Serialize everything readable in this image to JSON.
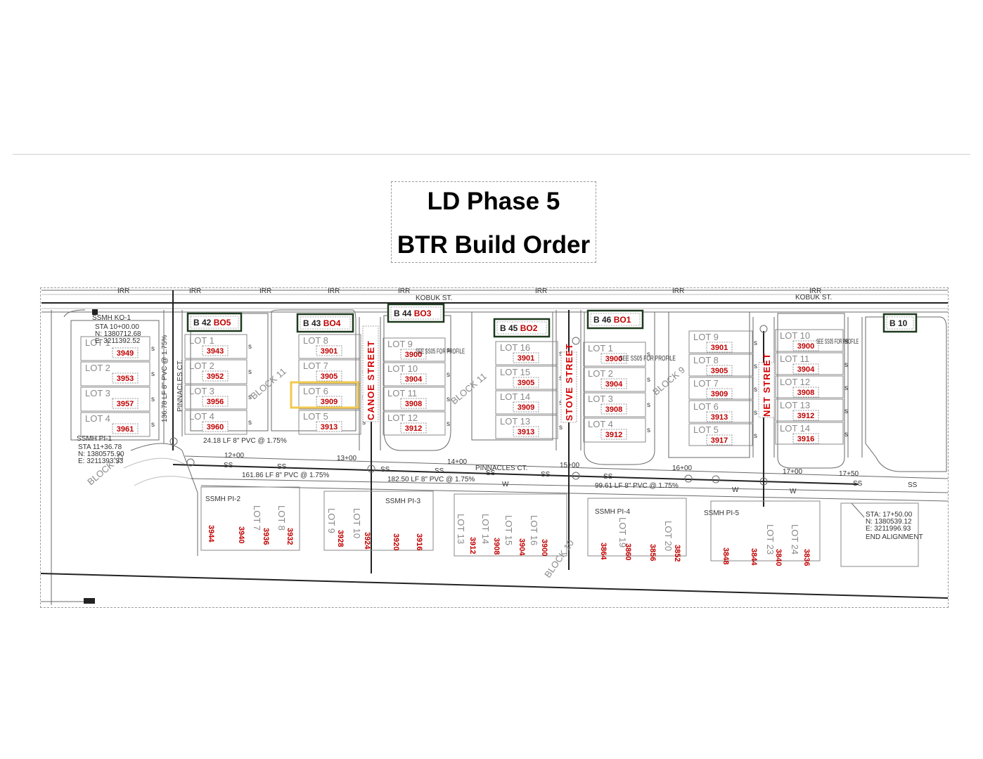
{
  "title": {
    "line1": "LD Phase 5",
    "line2": "BTR Build Order"
  },
  "colors": {
    "block_tag_border": "#1f3a1f",
    "lot_number": "#c00000",
    "street_label": "#d40000",
    "highlight": "#f2c94c",
    "linework": "#555555"
  },
  "streets": {
    "kobuk_left": "KOBUK ST.",
    "kobuk_right": "KOBUK ST.",
    "canoe": "CANOE STREET",
    "stove": "STOVE STREET",
    "net": "NET STREET",
    "pinnacles_ct_top": "PINNACLES CT.",
    "pinnacles_ct_bottom": "PINNACLES CT."
  },
  "block_tags": [
    {
      "block": "B 42",
      "order": "BO5"
    },
    {
      "block": "B 43",
      "order": "BO4"
    },
    {
      "block": "B 44",
      "order": "BO3"
    },
    {
      "block": "B 45",
      "order": "BO2"
    },
    {
      "block": "B 46",
      "order": "BO1"
    },
    {
      "block": "B 10",
      "order": ""
    }
  ],
  "groups": [
    {
      "lots": [
        {
          "lot": "LOT 1",
          "num": "3949"
        },
        {
          "lot": "LOT 2",
          "num": "3953"
        },
        {
          "lot": "LOT 3",
          "num": "3957"
        },
        {
          "lot": "LOT 4",
          "num": "3961"
        }
      ]
    },
    {
      "lots": [
        {
          "lot": "LOT 1",
          "num": "3943"
        },
        {
          "lot": "LOT 2",
          "num": "3952"
        },
        {
          "lot": "LOT 3",
          "num": "3956"
        },
        {
          "lot": "LOT 4",
          "num": "3960"
        }
      ]
    },
    {
      "lots": [
        {
          "lot": "LOT 8",
          "num": "3901"
        },
        {
          "lot": "LOT 7",
          "num": "3905"
        },
        {
          "lot": "LOT 6",
          "num": "3909"
        },
        {
          "lot": "LOT 5",
          "num": "3913"
        }
      ]
    },
    {
      "lots": [
        {
          "lot": "LOT 9",
          "num": "3900"
        },
        {
          "lot": "LOT 10",
          "num": "3904"
        },
        {
          "lot": "LOT 11",
          "num": "3908"
        },
        {
          "lot": "LOT 12",
          "num": "3912"
        }
      ]
    },
    {
      "lots": [
        {
          "lot": "LOT 16",
          "num": "3901"
        },
        {
          "lot": "LOT 15",
          "num": "3905"
        },
        {
          "lot": "LOT 14",
          "num": "3909"
        },
        {
          "lot": "LOT 13",
          "num": "3913"
        }
      ]
    },
    {
      "lots": [
        {
          "lot": "LOT 1",
          "num": "3900"
        },
        {
          "lot": "LOT 2",
          "num": "3904"
        },
        {
          "lot": "LOT 3",
          "num": "3908"
        },
        {
          "lot": "LOT 4",
          "num": "3912"
        }
      ]
    },
    {
      "lots": [
        {
          "lot": "LOT 9",
          "num": "3901"
        },
        {
          "lot": "LOT 8",
          "num": "3905"
        },
        {
          "lot": "LOT 7",
          "num": "3909"
        },
        {
          "lot": "LOT 6",
          "num": "3913"
        },
        {
          "lot": "LOT 5",
          "num": "3917"
        }
      ]
    },
    {
      "lots": [
        {
          "lot": "LOT 10",
          "num": "3900"
        },
        {
          "lot": "LOT 11",
          "num": "3904"
        },
        {
          "lot": "LOT 12",
          "num": "3908"
        },
        {
          "lot": "LOT 13",
          "num": "3912"
        },
        {
          "lot": "LOT 14",
          "num": "3916"
        }
      ]
    }
  ],
  "highlighted_lot": {
    "lot": "LOT 6",
    "num": "3909"
  },
  "bottom_numbers": [
    "3944",
    "3940",
    "3936",
    "3932",
    "3928",
    "3924",
    "3920",
    "3916",
    "3912",
    "3908",
    "3904",
    "3900",
    "3864",
    "3860",
    "3856",
    "3852",
    "3848",
    "3844",
    "3840",
    "3836"
  ],
  "bottom_lots": [
    "LOT 7",
    "LOT 8",
    "LOT 9",
    "LOT 10",
    "LOT 13",
    "LOT 14",
    "LOT 15",
    "LOT 16",
    "LOT 19",
    "LOT 20",
    "LOT 23",
    "LOT 24"
  ],
  "block_labels": [
    "BLOCK 11",
    "BLOCK 11",
    "BLOCK 9",
    "BLOCK 10",
    "BLOCK 10"
  ],
  "stations": [
    "12+00",
    "13+00",
    "14+00",
    "15+00",
    "16+00",
    "17+00",
    "17+50"
  ],
  "pipe_labels": [
    "136.78 LF 8\" PVC @ 1.75%",
    "24.18 LF 8\" PVC @ 1.75%",
    "161.86 LF 8\" PVC @ 1.75%",
    "182.50 LF 8\" PVC @ 1.75%",
    "99.61 LF 8\" PVC @ 1.75%"
  ],
  "ssmh": [
    {
      "name": "SSMH KO-1",
      "lines": [
        "STA 10+00.00",
        "N: 1380712.68",
        "E: 3211392.52"
      ]
    },
    {
      "name": "SSMH PI-1",
      "lines": [
        "STA 11+36.78",
        "N: 1380575.90",
        "E: 3211393.33"
      ]
    },
    {
      "name": "SSMH PI-2",
      "lines": []
    },
    {
      "name": "SSMH PI-3",
      "lines": []
    },
    {
      "name": "SSMH PI-4",
      "lines": []
    },
    {
      "name": "SSMH PI-5",
      "lines": []
    }
  ],
  "end_alignment": [
    "STA: 17+50.00",
    "N: 1380539.12",
    "E: 3211996.93",
    "END ALIGNMENT"
  ],
  "notes": {
    "ss05_1": "SEE SS05 FOR PROFILE",
    "ss05_2": "SEE SS05 FOR PROFILE",
    "ss05_3": "SEE SS05 FOR PROFILE"
  },
  "utility_marks": {
    "irr": "IRR",
    "ss": "SS",
    "w": "W"
  }
}
